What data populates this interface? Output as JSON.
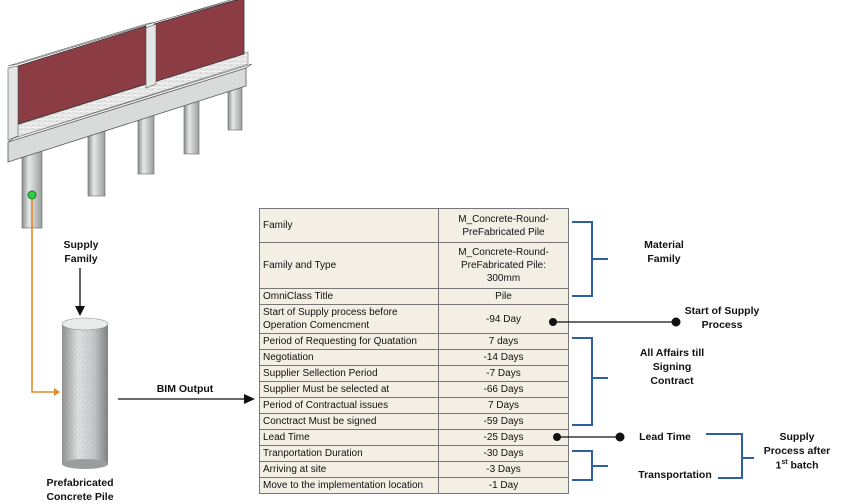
{
  "labels": {
    "supply_family": "Supply\nFamily",
    "bim_output": "BIM Output",
    "prefabricated_pile": "Prefabricated\nConcrete Pile",
    "material_family": "Material\nFamily",
    "start_of_supply": "Start of Supply\nProcess",
    "all_affairs": "All Affairs till\nSigning\nContract",
    "lead_time": "Lead Time",
    "transportation": "Transportation",
    "supply_after_batch": "Supply\nProcess  after\n1",
    "supply_after_batch_sup": "st",
    "supply_after_batch_end": " batch"
  },
  "table": {
    "rows": [
      {
        "key": "Family",
        "value": "M_Concrete-Round-\nPreFabricated Pile"
      },
      {
        "key": "Family and Type",
        "value": "M_Concrete-Round-\nPreFabricated Pile:\n300mm"
      },
      {
        "key": "OmniClass Title",
        "value": "Pile"
      },
      {
        "key": "Start of Supply process before\nOperation Comencment",
        "value": "-94 Day"
      },
      {
        "key": "Period of Requesting  for Quatation",
        "value": "7 days"
      },
      {
        "key": "Negotiation",
        "value": "-14 Days"
      },
      {
        "key": "Supplier Sellection Period",
        "value": "-7 Days"
      },
      {
        "key": "Supplier Must be selected at",
        "value": "-66 Days"
      },
      {
        "key": "Period of Contractual issues",
        "value": "7 Days"
      },
      {
        "key": "Conctract  Must be signed",
        "value": "-59 Days"
      },
      {
        "key": "Lead Time",
        "value": "-25 Days"
      },
      {
        "key": "Tranportation Duration",
        "value": "-30 Days"
      },
      {
        "key": "Arriving at site",
        "value": "-3 Days"
      },
      {
        "key": "Move to the implementation location",
        "value": "-1 Day"
      }
    ]
  },
  "colors": {
    "wall_panel": "#8c3d44",
    "bracket_blue": "#2e5fa3",
    "connector_orange": "#e08a2a",
    "concrete": "#cfd1d1",
    "table_bg": "#f3efe4"
  }
}
